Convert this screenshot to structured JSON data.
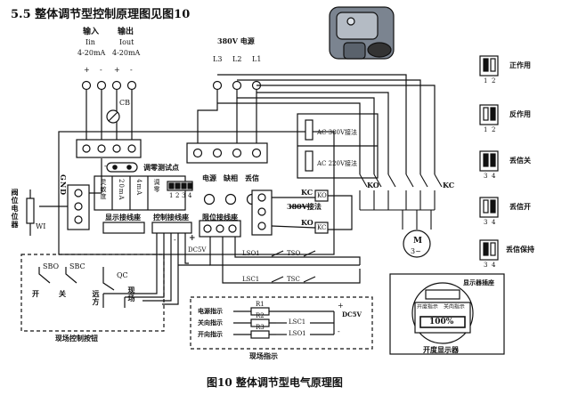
{
  "header": {
    "title": "5.5 整体调节型控制原理图见图10"
  },
  "caption": "图10 整体调节型电气原理图",
  "inputs": {
    "input_label": "输入",
    "input_sub": "Iin",
    "input_range": "4-20mA",
    "output_label": "输出",
    "output_sub": "Iout",
    "output_range": "4-20mA",
    "plus": "+",
    "minus": "-"
  },
  "power": {
    "title": "380V 电源",
    "phases": [
      "L3",
      "L2",
      "L1"
    ]
  },
  "board": {
    "cb": "CB",
    "zero_test": "调零测试点",
    "dial_labels": [
      "灵敏度",
      "20mA",
      "4mA",
      "调零"
    ],
    "dip_nums": [
      "1",
      "2",
      "3",
      "4"
    ],
    "phase_labels": [
      "电源",
      "缺相",
      "丢信"
    ],
    "gnd": "GND",
    "display_port": "显示接线座",
    "control_port": "控制接线座",
    "limit_port": "限位接线座",
    "dc5v": "DC5V",
    "plus": "+",
    "minus": "-"
  },
  "valve_potentiometer": {
    "label": "阀位电位器",
    "wi": "WI"
  },
  "contactors": {
    "ko": "KO",
    "kc": "KC",
    "interlock": "380V接法",
    "m_label": "M",
    "m_sub": "3~"
  },
  "relays": {
    "ac380": "AC 380V接法",
    "ac220": "AC 220V接法"
  },
  "limits": [
    "LSO1",
    "TSO",
    "LSC1",
    "TSC"
  ],
  "dip_modes": [
    {
      "label": "正作用",
      "nums": [
        "1",
        "2"
      ]
    },
    {
      "label": "反作用",
      "nums": [
        "1",
        "2"
      ]
    },
    {
      "label": "丢信关",
      "nums": [
        "3",
        "4"
      ]
    },
    {
      "label": "丢信开",
      "nums": [
        "3",
        "4"
      ]
    },
    {
      "label": "丢信保持",
      "nums": [
        "3",
        "4"
      ]
    }
  ],
  "field_control": {
    "title": "现场控制按钮",
    "sbo": "SBO",
    "sbc": "SBC",
    "qc": "QC",
    "open": "开",
    "close": "关",
    "remote": "远方",
    "local": "现场"
  },
  "field_indicator": {
    "title": "现场指示",
    "rows": [
      "电源指示",
      "关向指示",
      "开向指示"
    ],
    "resistors": [
      "R1",
      "R2",
      "R3"
    ],
    "switches": [
      "LSC1",
      "LSO1"
    ],
    "dc5v": "DC5V",
    "plus": "+",
    "minus": "-"
  },
  "display": {
    "port": "显示器插座",
    "small": [
      "开度指示",
      "关向指示"
    ],
    "percent": "100%",
    "name": "开度显示器"
  }
}
